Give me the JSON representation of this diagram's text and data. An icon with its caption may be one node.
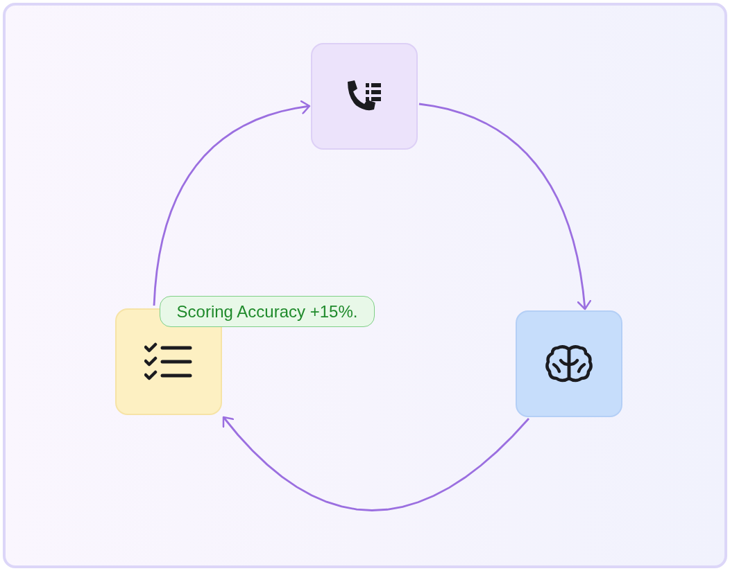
{
  "diagram": {
    "nodes": [
      {
        "text": [],
        "shape": "box"
      },
      {
        "text": [],
        "shape": "box"
      },
      {
        "text": [],
        "shape": "box"
      },
      {
        "text": [
          "Scoring Accuracy +15%."
        ]
      }
    ],
    "edges": [
      {
        "from": 2,
        "to": 0,
        "arrow": "to"
      },
      {
        "from": 0,
        "to": 1,
        "arrow": "to"
      },
      {
        "from": 1,
        "to": 2,
        "arrow": "to"
      }
    ]
  }
}
